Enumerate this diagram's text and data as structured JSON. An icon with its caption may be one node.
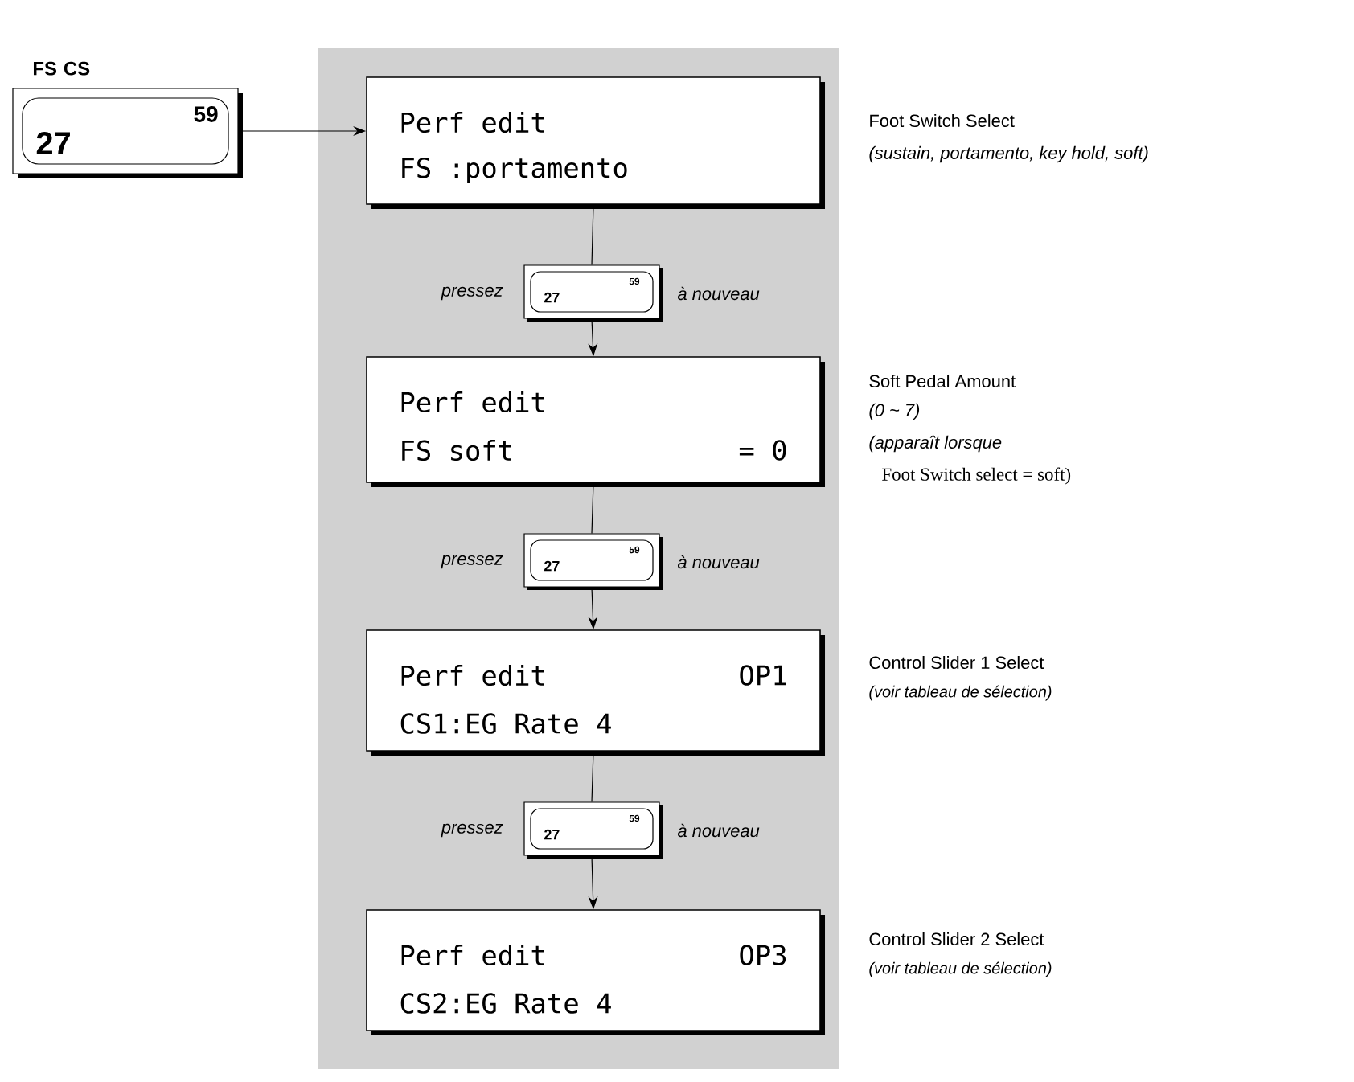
{
  "diagram": {
    "nodes": [
      {
        "text": [
          "FS CS",
          "59",
          "27"
        ]
      },
      {
        "text": [
          "Perf edit",
          "FS :portamento"
        ],
        "beside": [
          "Foot Switch Select",
          "(sustain, portamento, key hold, soft)"
        ]
      },
      {
        "text": [
          "59",
          "27"
        ],
        "beside": [
          "pressez",
          "à nouveau"
        ]
      },
      {
        "text": [
          "Perf edit",
          "FS soft",
          "= 0"
        ],
        "beside": [
          "Soft Pedal Amount",
          "(0 ~ 7)",
          "(apparaît lorsque",
          "Foot Switch select = soft)"
        ]
      },
      {
        "text": [
          "59",
          "27"
        ],
        "beside": [
          "pressez",
          "à nouveau"
        ]
      },
      {
        "text": [
          "Perf edit",
          "OP1",
          "CS1:EG Rate 4"
        ],
        "beside": [
          "Control Slider 1 Select",
          "(voir tableau de sélection)"
        ]
      },
      {
        "text": [
          "59",
          "27"
        ],
        "beside": [
          "pressez",
          "à nouveau"
        ]
      },
      {
        "text": [
          "Perf edit",
          "OP3",
          "CS2:EG Rate 4"
        ],
        "beside": [
          "Control Slider 2 Select",
          "(voir tableau de sélection)"
        ]
      }
    ],
    "edges": [
      {
        "from": 0,
        "to": 1,
        "arrow": "to"
      },
      {
        "from": 1,
        "to": 2,
        "arrow": "none"
      },
      {
        "from": 2,
        "to": 3,
        "arrow": "to"
      },
      {
        "from": 3,
        "to": 4,
        "arrow": "none"
      },
      {
        "from": 4,
        "to": 5,
        "arrow": "to"
      },
      {
        "from": 5,
        "to": 6,
        "arrow": "none"
      },
      {
        "from": 6,
        "to": 7,
        "arrow": "to"
      }
    ]
  }
}
